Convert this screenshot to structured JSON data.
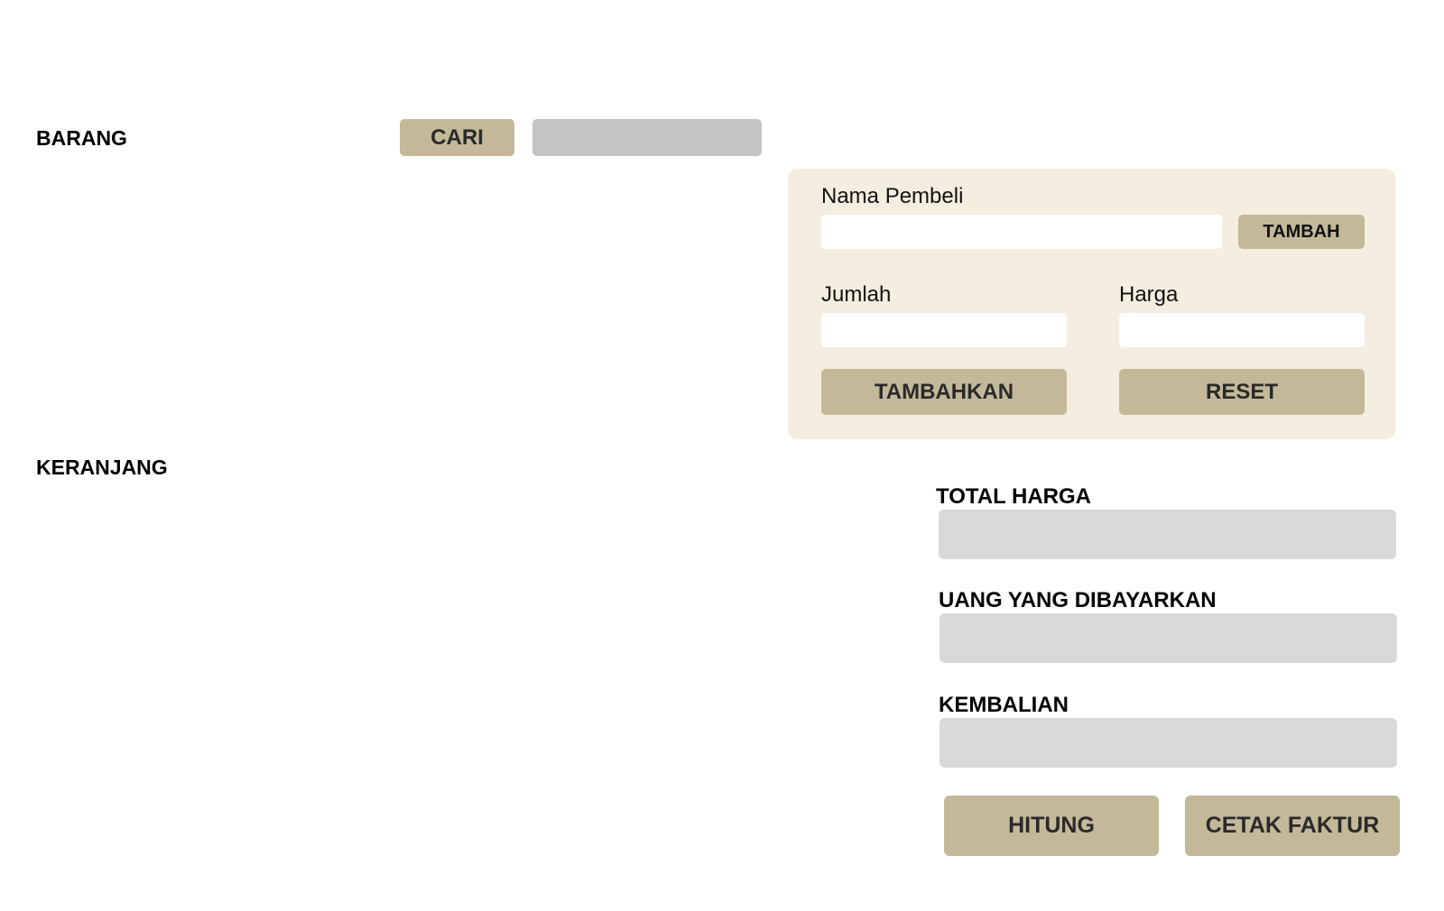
{
  "barang": {
    "title": "BARANG",
    "search_button": "CARI",
    "search_value": "",
    "search_placeholder": ""
  },
  "form": {
    "buyer_label": "Nama Pembeli",
    "buyer_value": "",
    "add_buyer_button": "TAMBAH",
    "qty_label": "Jumlah",
    "qty_value": "",
    "price_label": "Harga",
    "price_value": "",
    "add_item_button": "TAMBAHKAN",
    "reset_button": "RESET"
  },
  "keranjang": {
    "title": "KERANJANG"
  },
  "summary": {
    "total_label": "TOTAL HARGA",
    "total_value": "",
    "paid_label": "UANG YANG DIBAYARKAN",
    "paid_value": "",
    "change_label": "KEMBALIAN",
    "change_value": "",
    "calculate_button": "HITUNG",
    "print_button": "CETAK FAKTUR"
  },
  "colors": {
    "button_bg": "#c3b998",
    "panel_bg": "#f4eee1",
    "field_gray": "#d9d9d9",
    "search_gray": "#c4c4c4"
  }
}
